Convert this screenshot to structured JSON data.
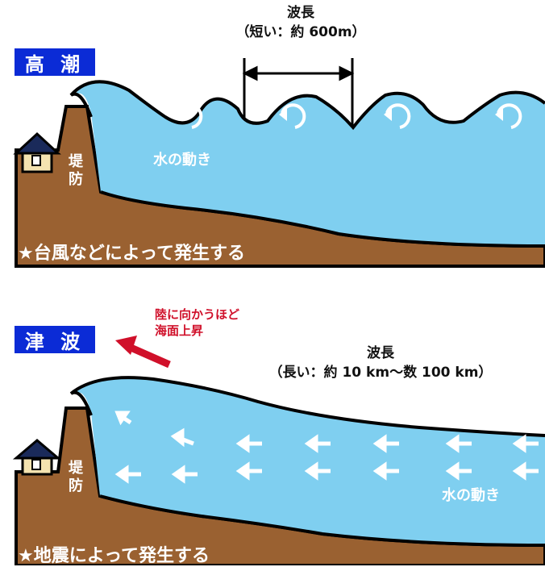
{
  "storm_surge": {
    "badge": "高 潮",
    "wavelength_title": "波長",
    "wavelength_detail": "（短い：約 600m）",
    "levee_line1": "堤",
    "levee_line2": "防",
    "water_motion": "水の動き",
    "cause": "★台風などによって発生する"
  },
  "tsunami": {
    "badge": "津 波",
    "rise_line1": "陸に向かうほど",
    "rise_line2": "海面上昇",
    "wavelength_title": "波長",
    "wavelength_detail": "（長い：約 10 km～数 100 km）",
    "levee_line1": "堤",
    "levee_line2": "防",
    "water_motion": "水の動き",
    "cause": "★地震によって発生する"
  },
  "colors": {
    "water": "#7fcff0",
    "ground": "#9a6131",
    "badge": "#0b2bd6",
    "rise_text": "#d0102a",
    "outline": "#000000"
  }
}
